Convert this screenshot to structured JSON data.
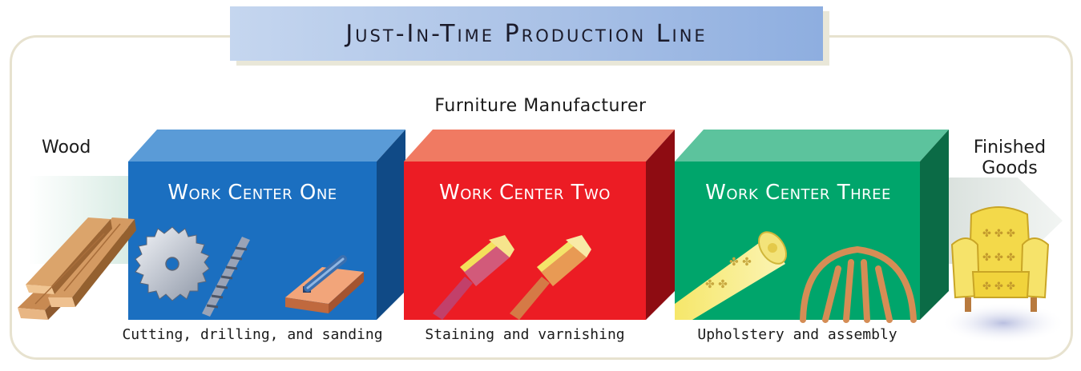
{
  "title": "Just-In-Time Production Line",
  "subtitle": "Furniture Manufacturer",
  "input_label": "Wood",
  "output_label": [
    "Finished",
    "Goods"
  ],
  "work_centers": [
    {
      "name": "Work Center One",
      "caption": "Cutting, drilling, and sanding",
      "color": "#1b6fc0"
    },
    {
      "name": "Work Center Two",
      "caption": "Staining and varnishing",
      "color": "#ec1c24"
    },
    {
      "name": "Work Center Three",
      "caption": "Upholstery and assembly",
      "color": "#00a56b"
    }
  ]
}
